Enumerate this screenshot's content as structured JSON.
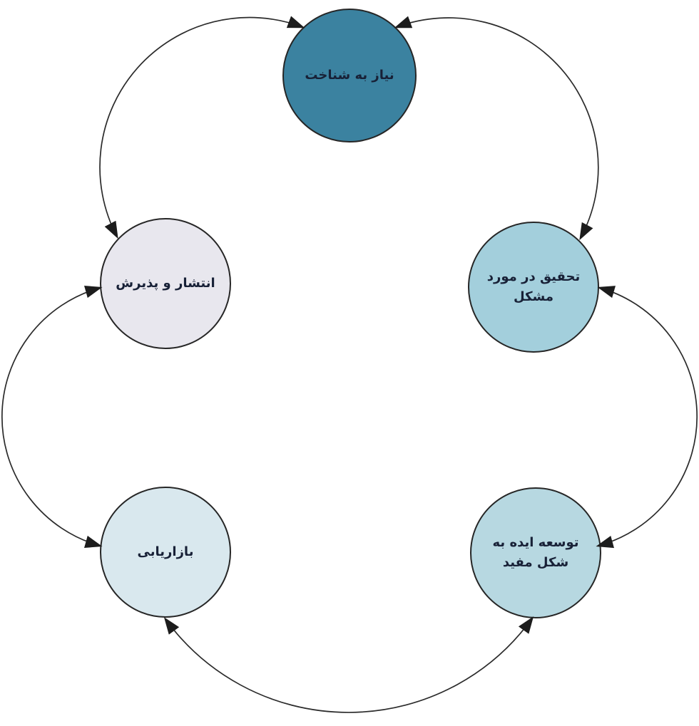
{
  "diagram": {
    "type": "cycle",
    "background": "#ffffff",
    "edge_stroke_color": "#2b2b2b",
    "arrowhead_color": "#1c1c1c",
    "label_color": "#182137",
    "nodes": [
      {
        "id": "need-recognition",
        "label": "نیاز به شناخت",
        "fill": "#3b82a0",
        "position": "top"
      },
      {
        "id": "problem-research",
        "label": "تحقیق در مورد مشکل",
        "fill": "#a3cfdc",
        "position": "upper-right"
      },
      {
        "id": "idea-development",
        "label": "توسعه ایده به شکل مفید",
        "fill": "#b7d8e1",
        "position": "lower-right"
      },
      {
        "id": "marketing",
        "label": "بازاریابی",
        "fill": "#d9e8ee",
        "position": "lower-left"
      },
      {
        "id": "diffusion-adoption",
        "label": "انتشار و پذیرش",
        "fill": "#e8e7ee",
        "position": "upper-left"
      }
    ],
    "edges": [
      {
        "between": [
          "diffusion-adoption",
          "need-recognition"
        ],
        "arrows": "both"
      },
      {
        "between": [
          "need-recognition",
          "problem-research"
        ],
        "arrows": "both"
      },
      {
        "between": [
          "problem-research",
          "idea-development"
        ],
        "arrows": "both"
      },
      {
        "between": [
          "idea-development",
          "marketing"
        ],
        "arrows": "both"
      },
      {
        "between": [
          "marketing",
          "diffusion-adoption"
        ],
        "arrows": "both"
      }
    ]
  }
}
